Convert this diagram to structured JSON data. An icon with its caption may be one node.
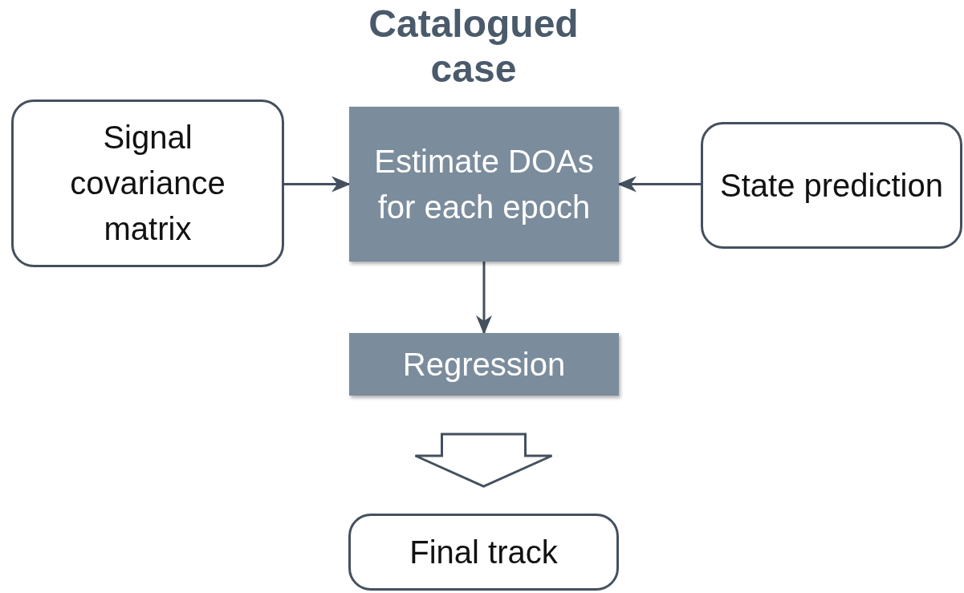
{
  "diagram": {
    "title": "Catalogued case",
    "nodes": [
      {
        "text": [
          "Signal covariance matrix"
        ]
      },
      {
        "text": [
          "Estimate DOAs for each epoch"
        ]
      },
      {
        "text": [
          "State prediction"
        ]
      },
      {
        "text": [
          "Regression"
        ]
      },
      {
        "text": [
          "Final track"
        ]
      }
    ],
    "edges": [
      {
        "from": 0,
        "to": 1,
        "arrow": "to"
      },
      {
        "from": 2,
        "to": 1,
        "arrow": "to"
      },
      {
        "from": 1,
        "to": 3,
        "arrow": "to"
      },
      {
        "from": 3,
        "to": 4,
        "arrow": "to",
        "style": "thick"
      }
    ]
  }
}
